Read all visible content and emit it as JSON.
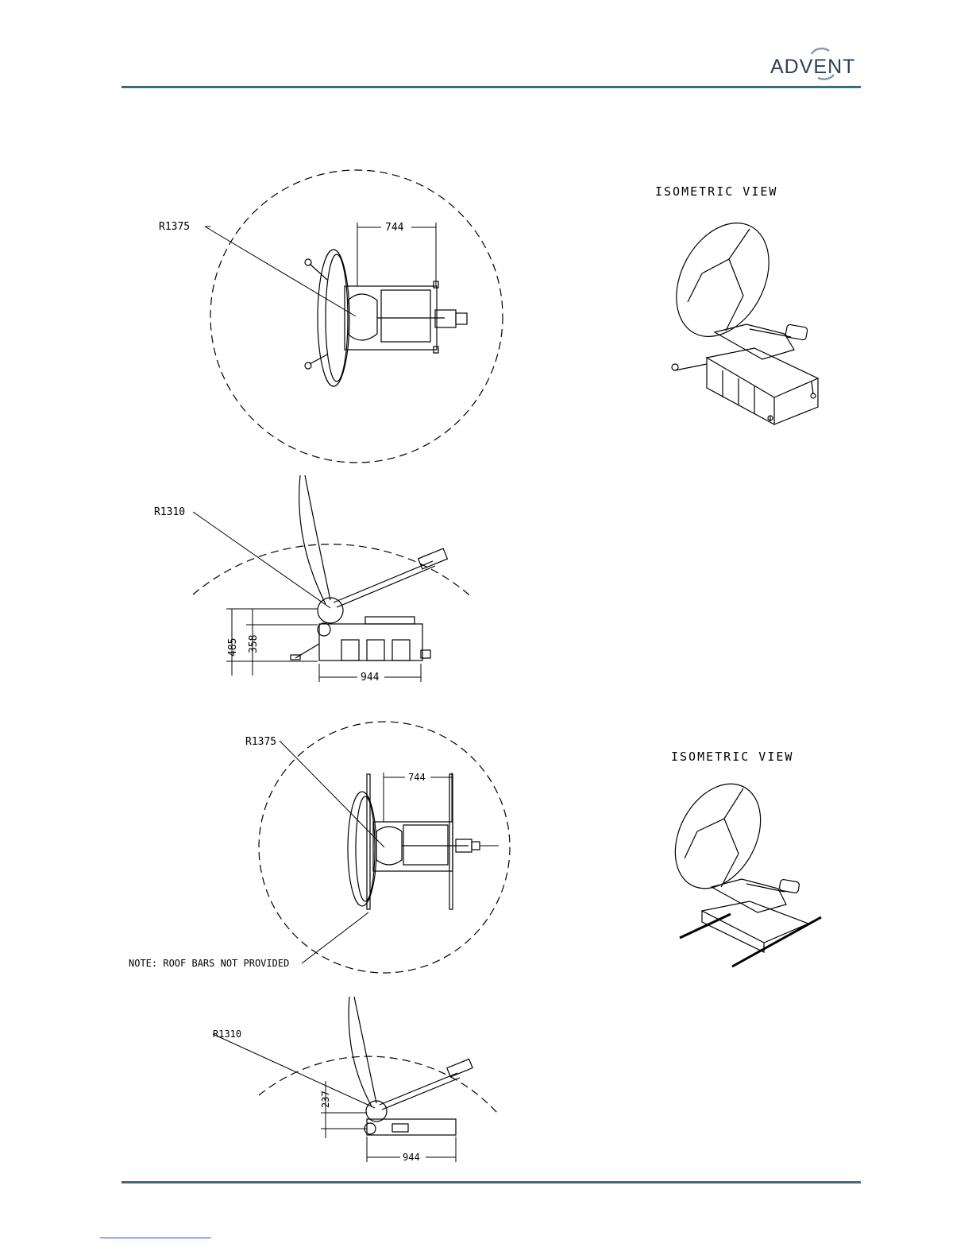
{
  "header": {
    "logo_text": "ADVENT"
  },
  "views": {
    "top_roof": {
      "radius_label": "R1375",
      "width_label": "744"
    },
    "side_roof": {
      "radius_label": "R1310",
      "height_total_label": "485",
      "height_base_label": "358",
      "length_label": "944"
    },
    "top_bars": {
      "radius_label": "R1375",
      "width_label": "744",
      "note": "NOTE: ROOF BARS NOT PROVIDED"
    },
    "side_bars": {
      "radius_label": "R1310",
      "height_label": "237",
      "length_label": "944"
    },
    "iso_1": {
      "title": "ISOMETRIC VIEW"
    },
    "iso_2": {
      "title": "ISOMETRIC VIEW"
    }
  },
  "colors": {
    "rule": "#3d6b7f",
    "logo": "#2a3f5c",
    "link_line": "#3344cc"
  }
}
